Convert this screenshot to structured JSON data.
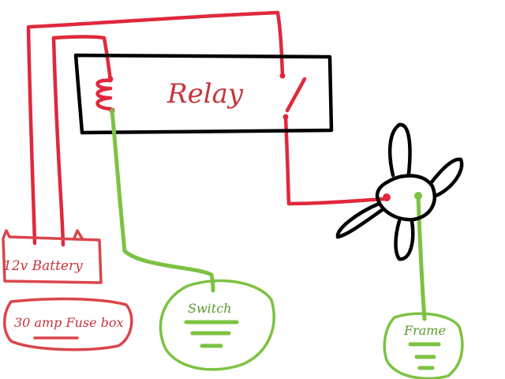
{
  "labels": {
    "relay": "Relay",
    "battery": "12v Battery",
    "fuse_box": "30 amp Fuse box",
    "switch": "Switch",
    "frame": "Frame"
  },
  "colors": {
    "hot_wire": "#e0283c",
    "ground_wire": "#7cc242",
    "outline": "#000000",
    "label_red": "#c8343a",
    "label_green": "#5a9a2a"
  },
  "icons": {
    "coil": "relay-coil-icon",
    "contact": "relay-switch-contact-icon",
    "fan": "fan-icon",
    "ground": "ground-symbol-icon"
  }
}
